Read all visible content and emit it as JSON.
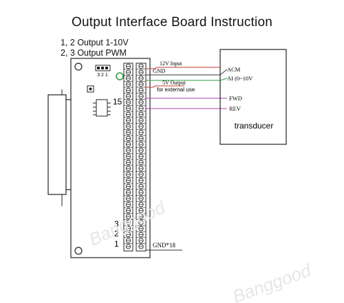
{
  "title": "Output Interface Board Instruction",
  "notes": [
    "1, 2 Output 1-10V",
    "2, 3 Output PWM"
  ],
  "jumper_label": "3 2 1",
  "pin_label_15": "15",
  "pin_labels_left": [
    "3",
    "2",
    "1"
  ],
  "wire_labels": {
    "input_12v": "12V Input",
    "gnd": "GND",
    "output_5v_line1": "5V Output",
    "output_5v_line2": "for external use",
    "gnd_18": "GND*18"
  },
  "transducer": {
    "label": "transducer",
    "terminals": [
      "ACM",
      "AI (0~10V",
      "FWD",
      "REV"
    ]
  },
  "watermark": "Banggood",
  "colors": {
    "wire_red": "#c0392b",
    "wire_green": "#2e9a3e",
    "wire_purple": "#a040a8",
    "wire_dark": "#333333"
  }
}
